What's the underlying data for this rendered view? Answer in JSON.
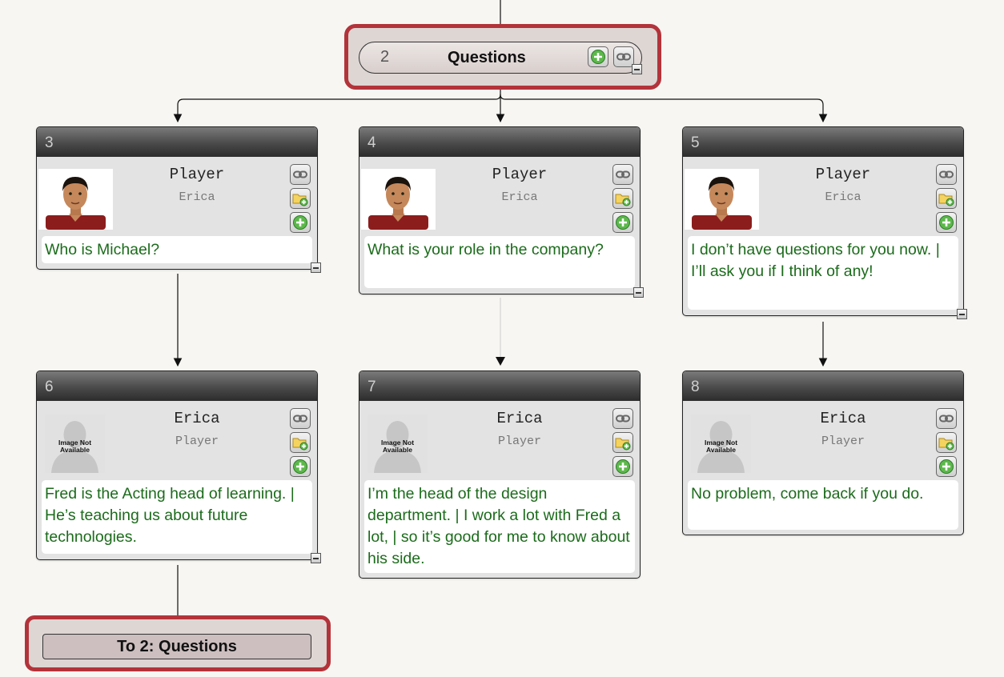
{
  "hub": {
    "number": "2",
    "title": "Questions"
  },
  "return_node": {
    "label": "To 2: Questions"
  },
  "cards": [
    {
      "id": "3",
      "speaker": "Player",
      "listener": "Erica",
      "portrait": "player-avatar",
      "text": "Who is Michael?"
    },
    {
      "id": "4",
      "speaker": "Player",
      "listener": "Erica",
      "portrait": "player-avatar",
      "text": "What is your role in the company?"
    },
    {
      "id": "5",
      "speaker": "Player",
      "listener": "Erica",
      "portrait": "player-avatar",
      "text": "I don’t have questions for you now. | I’ll ask you if I think of any!"
    },
    {
      "id": "6",
      "speaker": "Erica",
      "listener": "Player",
      "portrait": "image-not-available",
      "portrait_label": "Image Not Available",
      "text": "Fred is the Acting head of learning. | He’s teaching us about future technologies."
    },
    {
      "id": "7",
      "speaker": "Erica",
      "listener": "Player",
      "portrait": "image-not-available",
      "portrait_label": "Image Not Available",
      "text": "I’m the head of the design department. | I work a lot with Fred a lot, | so it’s good for me to know about his side."
    },
    {
      "id": "8",
      "speaker": "Erica",
      "listener": "Player",
      "portrait": "image-not-available",
      "portrait_label": "Image Not Available",
      "text": "No problem, come back if you do."
    }
  ],
  "colors": {
    "highlight": "#b3333a",
    "dialogue_text": "#1b6b1b",
    "header_dark": "#2c2c2c"
  },
  "icons": [
    "link-icon",
    "add-folder-icon",
    "add-icon",
    "collapse-icon"
  ]
}
